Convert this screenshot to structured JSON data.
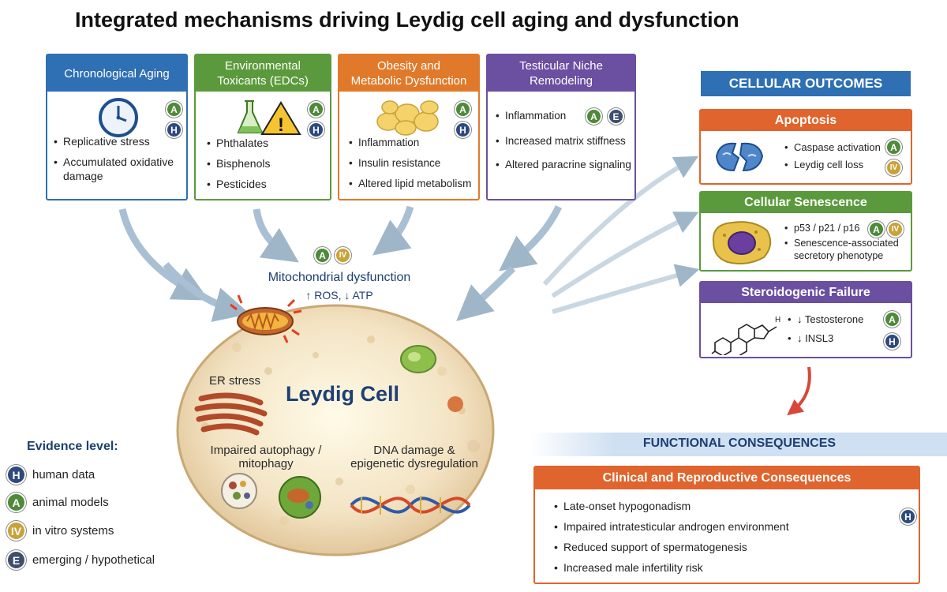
{
  "title": "Integrated mechanisms driving Leydig cell aging and dysfunction",
  "colors": {
    "blue": "#2f6fb3",
    "green": "#5b9a3c",
    "orange": "#e07a2a",
    "purple": "#6b4fa0",
    "red_orange": "#e0642d",
    "navy": "#1d3f74"
  },
  "drivers": [
    {
      "heading_line1": "Chronological Aging",
      "heading_line2": "",
      "bullets": [
        "Replicative stress",
        "Accumulated oxidative damage"
      ],
      "badges": [
        "A",
        "H"
      ],
      "icon": "clock-icon"
    },
    {
      "heading_line1": "Environmental",
      "heading_line2": "Toxicants (EDCs)",
      "bullets": [
        "Phthalates",
        "Bisphenols",
        "Pesticides"
      ],
      "badges": [
        "A",
        "H"
      ],
      "icon": "flask-warning-icon"
    },
    {
      "heading_line1": "Obesity and",
      "heading_line2": "Metabolic Dysfunction",
      "bullets": [
        "Inflammation",
        "Insulin resistance",
        "Altered lipid metabolism"
      ],
      "badges": [
        "A",
        "H"
      ],
      "icon": "fat-cells-icon"
    },
    {
      "heading_line1": "Testicular Niche",
      "heading_line2": "Remodeling",
      "bullets": [
        "Inflammation",
        "Increased matrix stiffness",
        "Altered paracrine signaling"
      ],
      "badges": [
        "A",
        "E"
      ],
      "icon": ""
    }
  ],
  "mito": {
    "label": "Mitochondrial dysfunction",
    "sub": "↑ ROS, ↓ ATP",
    "badges": [
      "A",
      "IV"
    ]
  },
  "cell": {
    "name": "Leydig Cell",
    "er": "ER stress",
    "autophagy_line1": "Impaired autophagy /",
    "autophagy_line2": "mitophagy",
    "dna_line1": "DNA damage &",
    "dna_line2": "epigenetic dysregulation"
  },
  "outcomes": {
    "banner": "CELLULAR OUTCOMES",
    "items": [
      {
        "heading": "Apoptosis",
        "bullets": [
          "Caspase activation",
          "Leydig cell loss"
        ],
        "badges": [
          "A",
          "IV"
        ]
      },
      {
        "heading": "Cellular Senescence",
        "bullets": [
          "p53 / p21 / p16",
          "Senescence-associated secretory phenotype"
        ],
        "badges": [
          "A",
          "IV"
        ]
      },
      {
        "heading": "Steroidogenic Failure",
        "bullets": [
          "↓ Testosterone",
          "↓ INSL3"
        ],
        "badges": [
          "A",
          "H"
        ]
      }
    ]
  },
  "functional": {
    "banner": "FUNCTIONAL CONSEQUENCES",
    "heading": "Clinical and Reproductive Consequences",
    "bullets": [
      "Late-onset hypogonadism",
      "Impaired intratesticular androgen environment",
      "Reduced support of spermatogenesis",
      "Increased male infertility risk"
    ],
    "badge": "H"
  },
  "legend": {
    "title": "Evidence level:",
    "items": [
      {
        "badge": "H",
        "label": "human data"
      },
      {
        "badge": "A",
        "label": "animal models"
      },
      {
        "badge": "IV",
        "label": "in vitro systems"
      },
      {
        "badge": "E",
        "label": "emerging / hypothetical"
      }
    ]
  }
}
